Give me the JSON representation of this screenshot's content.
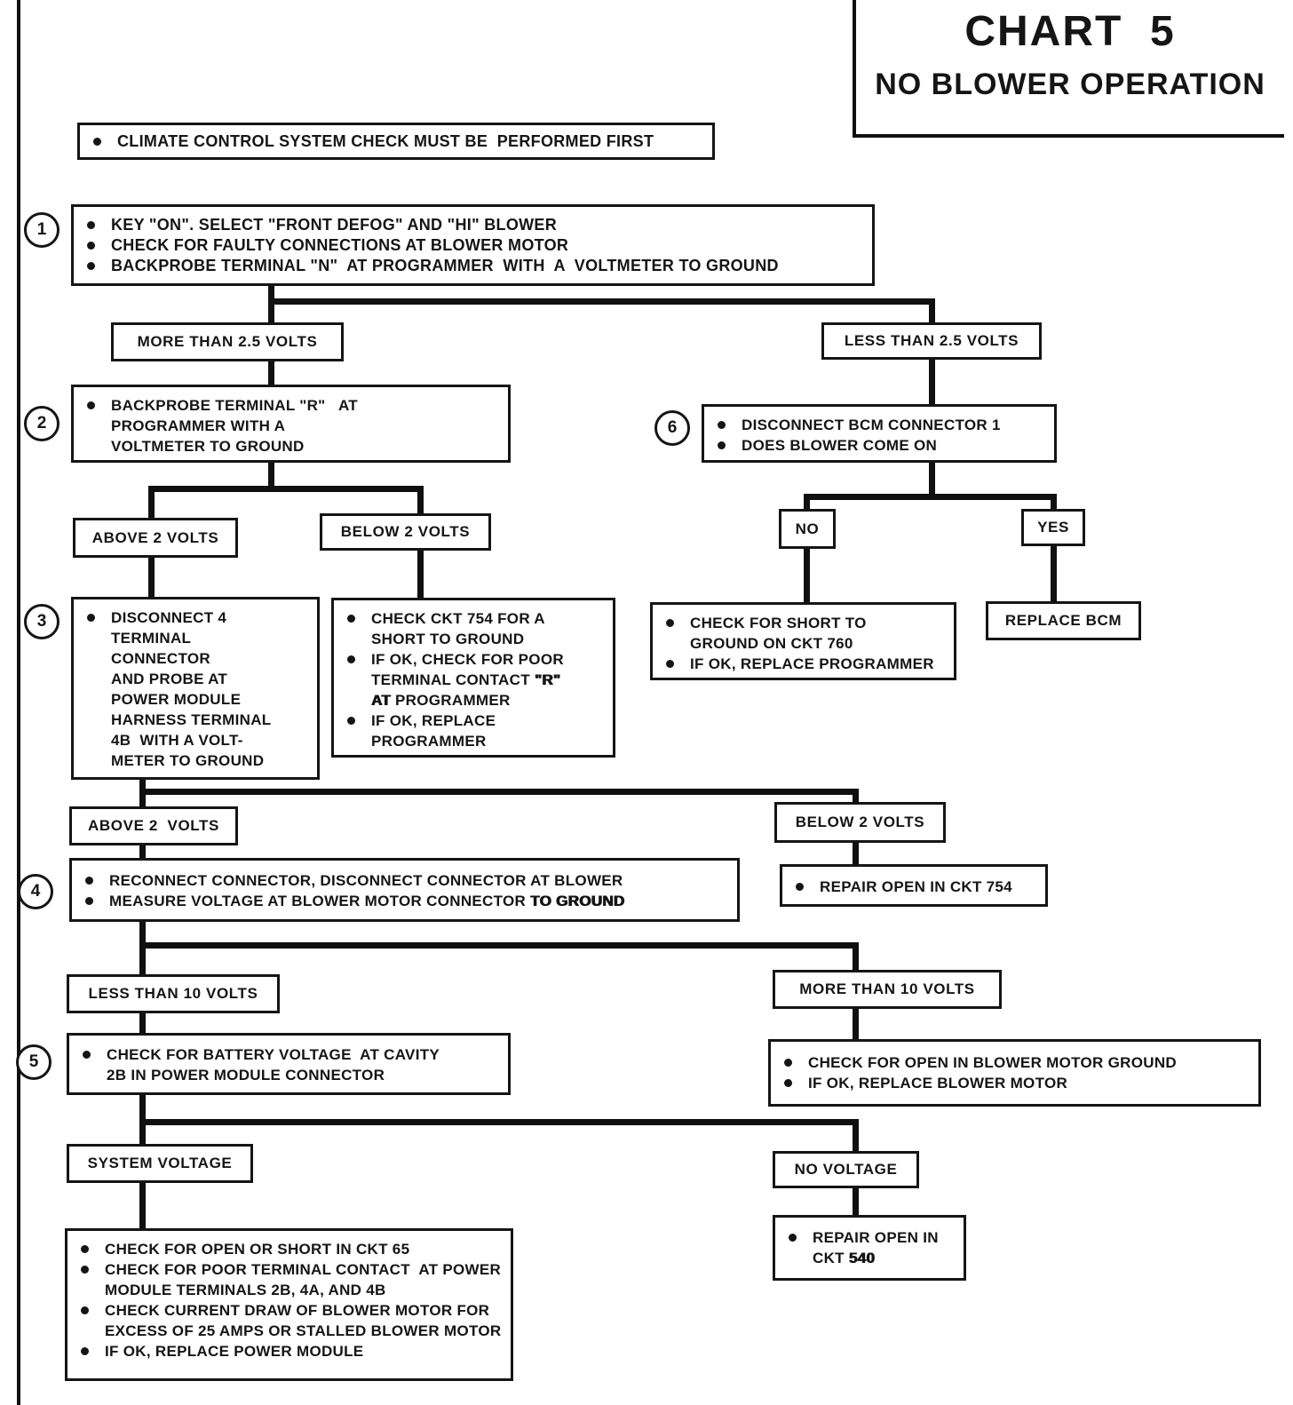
{
  "page": {
    "title_line1": "CHART  5",
    "title_line2": "NO BLOWER OPERATION"
  },
  "colors": {
    "ink": "#151515",
    "paper": "#ffffff"
  },
  "nodes": {
    "note": {
      "l1": "CLIMATE CONTROL SYSTEM CHECK MUST BE  PERFORMED FIRST"
    },
    "step1": {
      "num": "1",
      "l1": "KEY \"ON\". SELECT \"FRONT DEFOG\" AND \"HI\" BLOWER",
      "l2": "CHECK FOR FAULTY CONNECTIONS AT BLOWER MOTOR",
      "l3": "BACKPROBE TERMINAL \"N\"  AT PROGRAMMER  WITH  A  VOLTMETER TO GROUND"
    },
    "more25": {
      "label": "MORE THAN 2.5 VOLTS"
    },
    "less25": {
      "label": "LESS THAN 2.5 VOLTS"
    },
    "step2": {
      "num": "2",
      "l1": "BACKPROBE TERMINAL \"R\"   AT",
      "l2": "PROGRAMMER WITH A",
      "l3": "VOLTMETER TO GROUND"
    },
    "step6": {
      "num": "6",
      "l1": "DISCONNECT BCM CONNECTOR 1",
      "l2": "DOES BLOWER COME ON"
    },
    "above2a": {
      "label": "ABOVE 2 VOLTS"
    },
    "below2a": {
      "label": "BELOW 2 VOLTS"
    },
    "no": {
      "label": "NO"
    },
    "yes": {
      "label": "YES"
    },
    "step3": {
      "num": "3",
      "l1": "DISCONNECT 4",
      "l2": "TERMINAL",
      "l3": "CONNECTOR",
      "l4": "AND PROBE AT",
      "l5": "POWER MODULE",
      "l6": "HARNESS TERMINAL",
      "l7": "4B  WITH A VOLT-",
      "l8": "METER TO GROUND"
    },
    "ckt754check": {
      "l1": "CHECK CKT 754 FOR A",
      "l2": "SHORT TO GROUND",
      "l3": "IF OK, CHECK FOR POOR",
      "l4a": "TERMINAL CONTACT ",
      "l4b": "\"R\"",
      "l5a": "AT",
      "l5b": " PROGRAMMER",
      "l6": "IF OK, REPLACE",
      "l7": "PROGRAMMER"
    },
    "ckt760": {
      "l1": "CHECK FOR SHORT TO",
      "l2": "GROUND ON CKT 760",
      "l3": "IF OK, REPLACE PROGRAMMER"
    },
    "replacebcm": {
      "label": "REPLACE BCM"
    },
    "above2b": {
      "label": "ABOVE 2  VOLTS"
    },
    "below2b": {
      "label": "BELOW 2 VOLTS"
    },
    "step4": {
      "num": "4",
      "l1": "RECONNECT CONNECTOR, DISCONNECT CONNECTOR AT BLOWER",
      "l2a": "MEASURE VOLTAGE AT BLOWER MOTOR CONNECTOR ",
      "l2b": "TO GROUND"
    },
    "repair754": {
      "l1": "REPAIR OPEN IN CKT 754"
    },
    "less10": {
      "label": "LESS THAN 10 VOLTS"
    },
    "more10": {
      "label": "MORE THAN 10 VOLTS"
    },
    "step5": {
      "num": "5",
      "l1": "CHECK FOR BATTERY VOLTAGE  AT CAVITY",
      "l2": "2B IN POWER MODULE CONNECTOR"
    },
    "motorground": {
      "l1": "CHECK FOR OPEN IN BLOWER MOTOR GROUND",
      "l2": "IF OK, REPLACE BLOWER MOTOR"
    },
    "sysvolt": {
      "label": "SYSTEM VOLTAGE"
    },
    "novolt": {
      "label": "NO VOLTAGE"
    },
    "ckt65": {
      "l1": "CHECK FOR OPEN OR SHORT IN CKT 65",
      "l2": "CHECK FOR POOR TERMINAL CONTACT  AT POWER",
      "l3": "MODULE TERMINALS 2B, 4A, AND 4B",
      "l4": "CHECK CURRENT DRAW OF BLOWER MOTOR FOR",
      "l5": "EXCESS OF 25 AMPS OR STALLED BLOWER MOTOR",
      "l6": "IF OK, REPLACE POWER MODULE"
    },
    "repair540": {
      "l1": "REPAIR OPEN IN",
      "l2a": "CKT ",
      "l2b": "540"
    }
  }
}
